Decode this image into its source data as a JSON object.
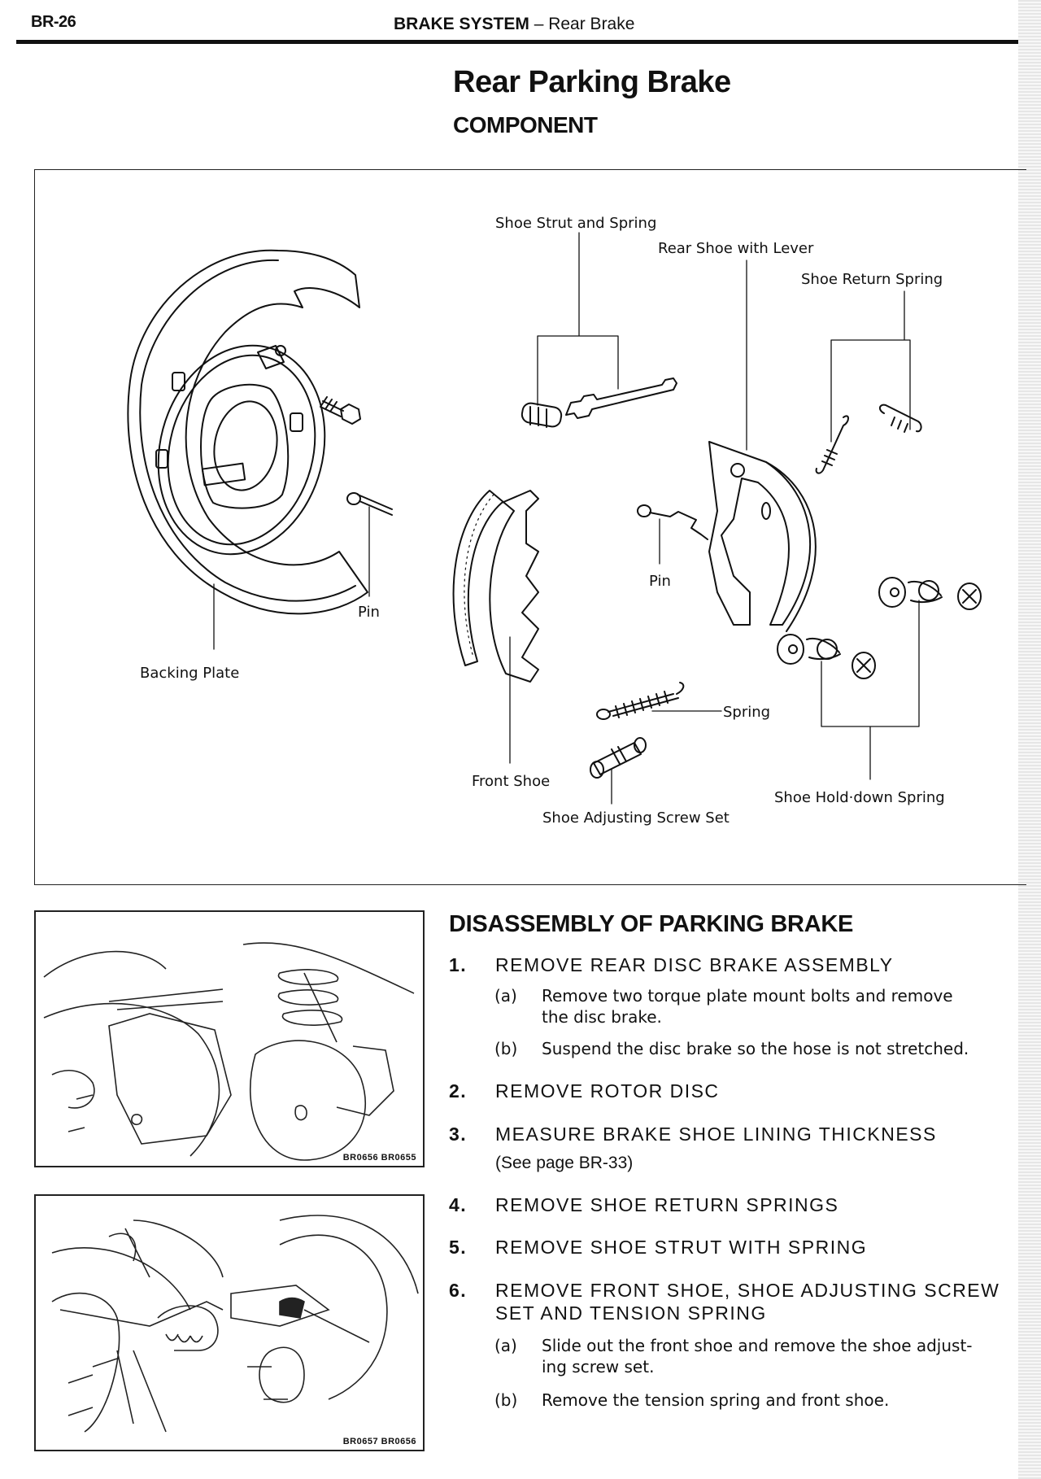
{
  "header": {
    "page_number": "BR-26",
    "section_bold": "BRAKE SYSTEM",
    "section_rest": " – Rear Brake"
  },
  "page_title": "Rear Parking Brake",
  "section_title": "COMPONENT",
  "diagram": {
    "labels": {
      "shoe_strut_and_spring": "Shoe Strut and Spring",
      "rear_shoe_with_lever": "Rear Shoe with Lever",
      "shoe_return_spring": "Shoe Return Spring",
      "pin_upper": "Pin",
      "backing_plate": "Backing Plate",
      "pin_lower": "Pin",
      "spring": "Spring",
      "front_shoe": "Front Shoe",
      "shoe_adjusting_screw_set": "Shoe Adjusting Screw Set",
      "shoe_hold_down_spring": "Shoe Hold·down Spring"
    }
  },
  "figures": [
    {
      "code": "BR0656 BR0655"
    },
    {
      "code": "BR0657 BR0656"
    }
  ],
  "disassembly": {
    "title": "DISASSEMBLY OF PARKING BRAKE",
    "steps": [
      {
        "num": "1.",
        "text": "REMOVE REAR DISC BRAKE ASSEMBLY",
        "subs": [
          {
            "letter": "(a)",
            "line1": "Remove two torque plate mount bolts and remove",
            "line2": "the disc brake."
          },
          {
            "letter": "(b)",
            "line1": "Suspend the disc brake so the hose is not stretched."
          }
        ]
      },
      {
        "num": "2.",
        "text": "REMOVE ROTOR DISC"
      },
      {
        "num": "3.",
        "text": "MEASURE BRAKE SHOE LINING THICKNESS",
        "ref": "(See page BR-33)"
      },
      {
        "num": "4.",
        "text": "REMOVE SHOE RETURN SPRINGS"
      },
      {
        "num": "5.",
        "text": "REMOVE SHOE STRUT WITH SPRING"
      },
      {
        "num": "6.",
        "text": "REMOVE FRONT SHOE, SHOE ADJUSTING SCREW",
        "text2": "SET AND TENSION SPRING",
        "subs": [
          {
            "letter": "(a)",
            "line1": "Slide out the front shoe and remove the shoe adjust-",
            "line2": "ing screw set."
          },
          {
            "letter": "(b)",
            "line1": "Remove the tension spring and front shoe."
          }
        ]
      }
    ]
  }
}
